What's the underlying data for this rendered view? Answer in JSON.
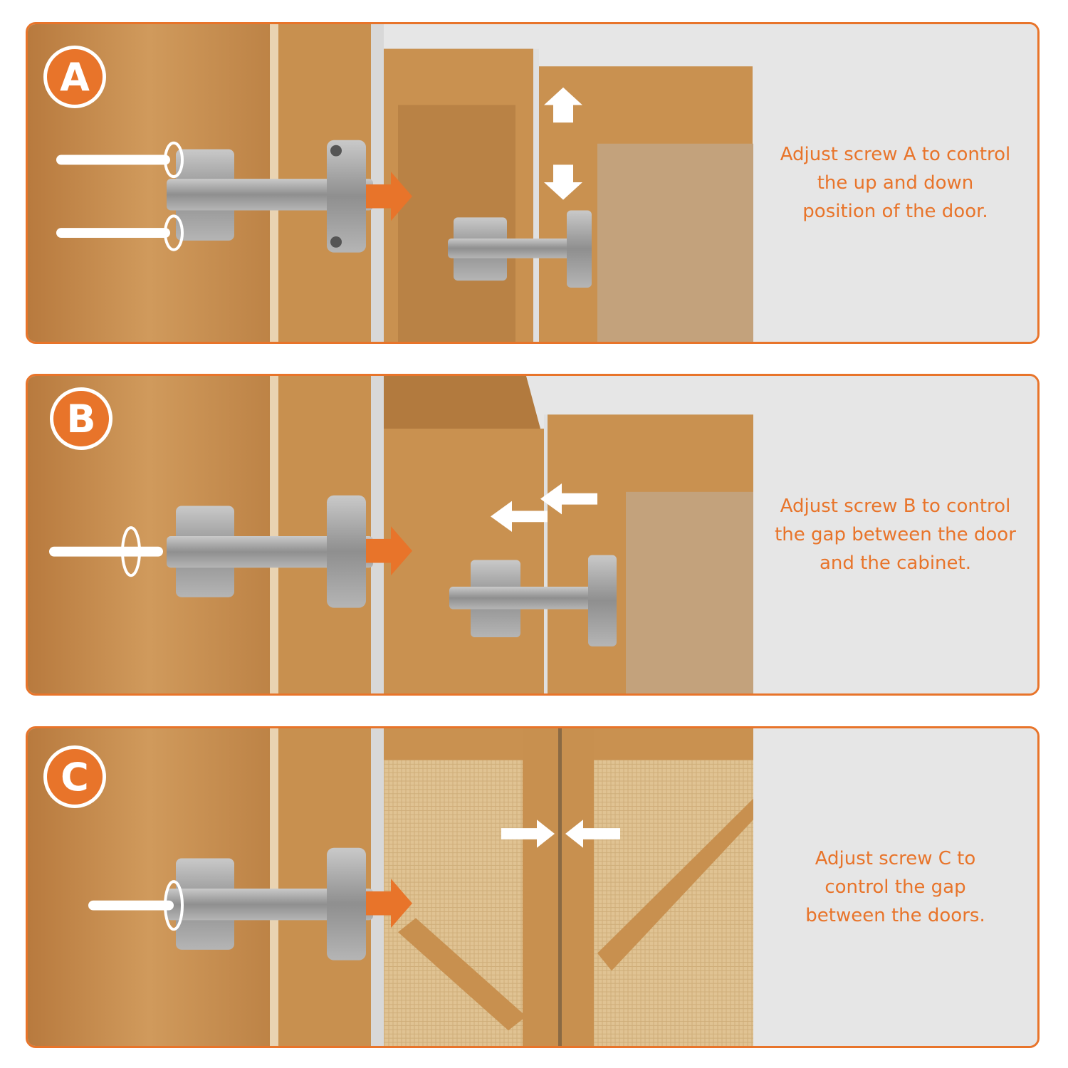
{
  "colors": {
    "accent": "#e8742a",
    "panel_bg": "#e6e6e6",
    "wood": "#c98e4f",
    "metal": "#9a9a9a"
  },
  "panels": [
    {
      "badge": "A",
      "caption_lines": [
        "Adjust screw A to control",
        "the up and down",
        "position of the door."
      ]
    },
    {
      "badge": "B",
      "caption_lines": [
        "Adjust screw B to control",
        "the gap between the door",
        "and the cabinet."
      ]
    },
    {
      "badge": "C",
      "caption_lines": [
        "Adjust screw C to",
        "control the gap",
        "between the doors."
      ]
    }
  ]
}
